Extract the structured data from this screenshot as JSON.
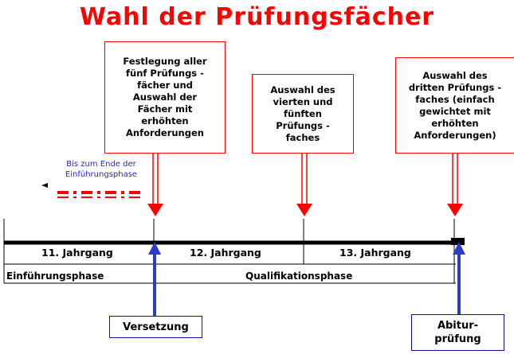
{
  "title": "Wahl der Prüfungsfächer",
  "boxes": {
    "box1": "Festlegung aller\nfünf Prüfungs -\nfächer und\nAuswahl der\nFächer mit\nerhöhten\nAnforderungen",
    "box2": "Auswahl des\nvierten und\nfünften\nPrüfungs -\nfaches",
    "box3": "Auswahl des\ndritten Prüfungs -\nfaches (einfach\ngewichtet mit\nerhöhten\nAnforderungen)"
  },
  "note": "Bis zum Ende der\nEinführungsphase",
  "years": [
    "11. Jahrgang",
    "12. Jahrgang",
    "13. Jahrgang"
  ],
  "phases": [
    "Einführungsphase",
    "Qualifikationsphase"
  ],
  "bottom": {
    "versetzung": "Versetzung",
    "abitur": "Abitur-\nprüfung"
  },
  "colors": {
    "red": "#ff0000",
    "blue": "#2a3cc8",
    "dark_blue": "#1010a0"
  }
}
